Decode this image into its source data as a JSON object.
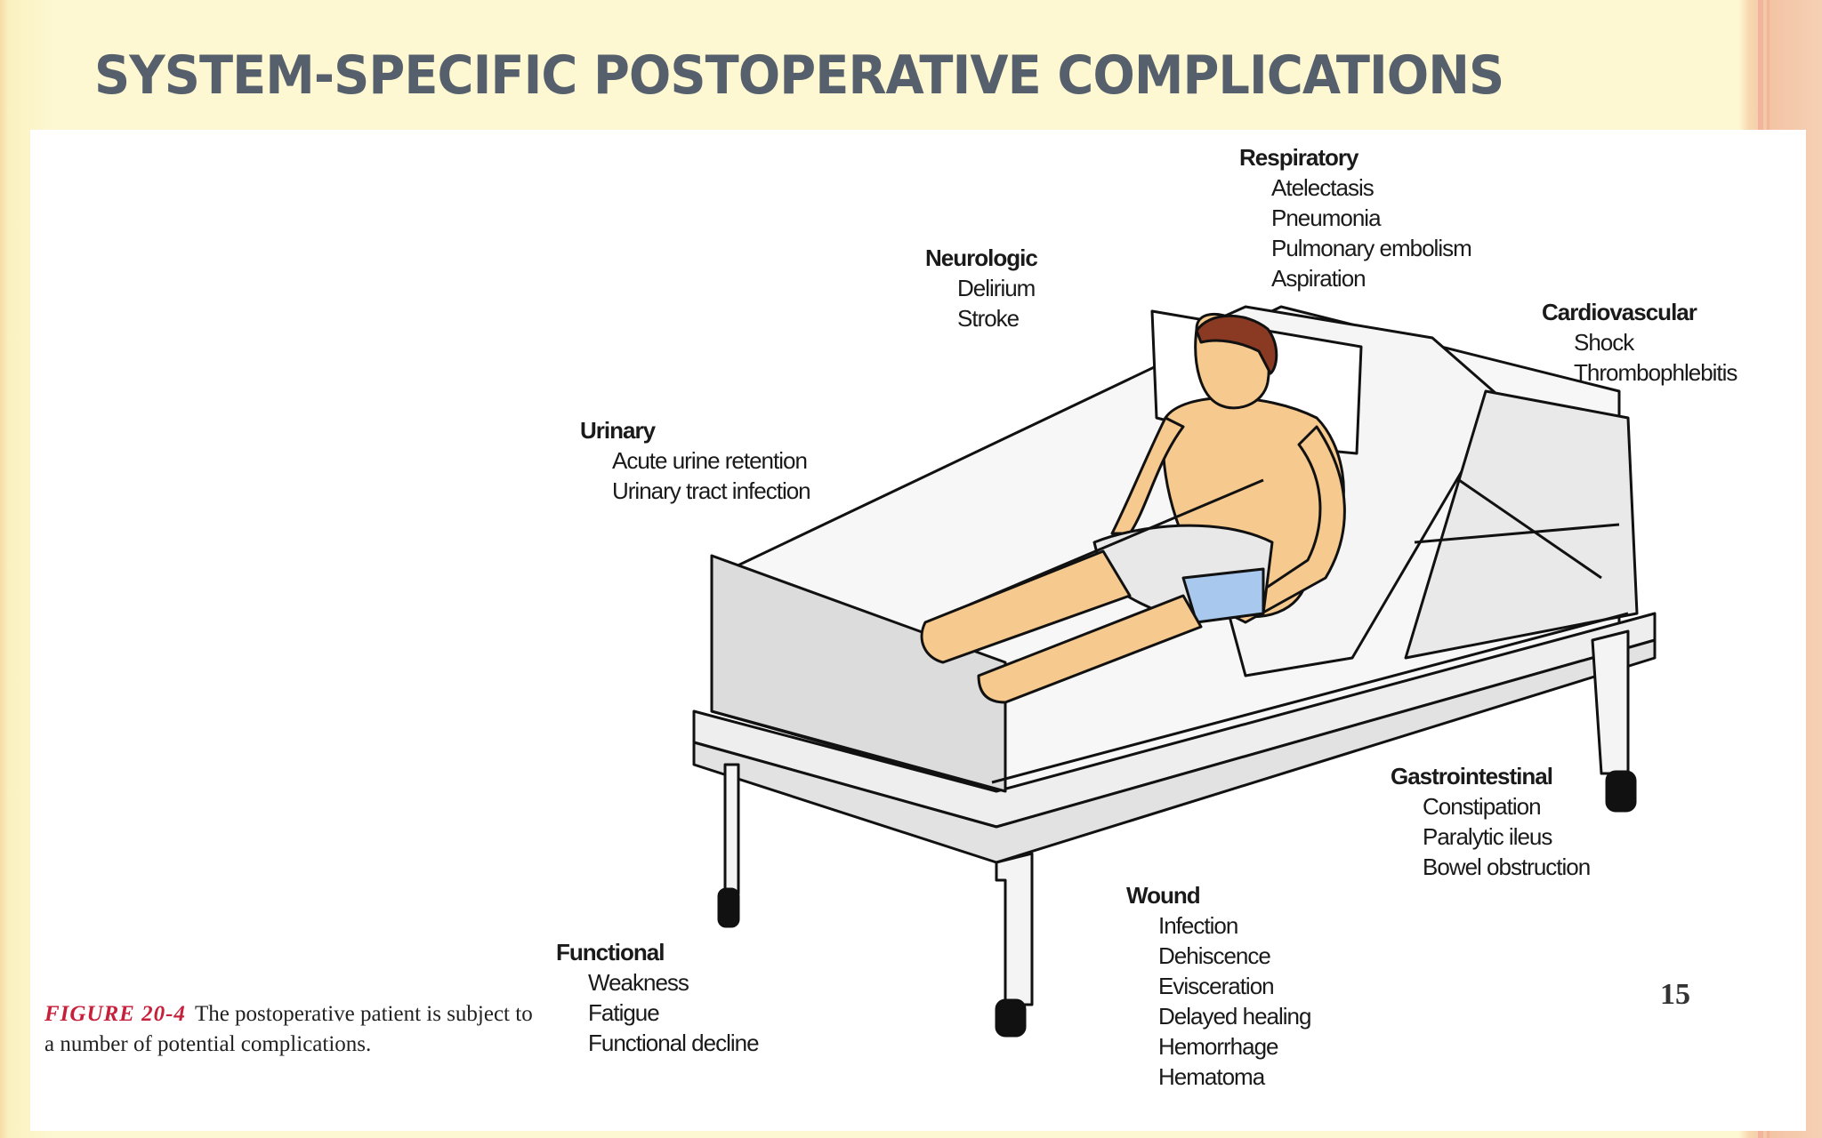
{
  "slide": {
    "title": "SYSTEM-SPECIFIC POSTOPERATIVE COMPLICATIONS",
    "page_number": "15"
  },
  "figure": {
    "caption_label": "FIGURE 20-4",
    "caption_text": "The postoperative patient is subject to a number of potential complications.",
    "groups": {
      "respiratory": {
        "title": "Respiratory",
        "items": [
          "Atelectasis",
          "Pneumonia",
          "Pulmonary embolism",
          "Aspiration"
        ]
      },
      "neurologic": {
        "title": "Neurologic",
        "items": [
          "Delirium",
          "Stroke"
        ]
      },
      "cardiovascular": {
        "title": "Cardiovascular",
        "items": [
          "Shock",
          "Thrombophlebitis"
        ]
      },
      "urinary": {
        "title": "Urinary",
        "items": [
          "Acute urine retention",
          "Urinary tract infection"
        ]
      },
      "gastrointestinal": {
        "title": "Gastrointestinal",
        "items": [
          "Constipation",
          "Paralytic ileus",
          "Bowel obstruction"
        ]
      },
      "wound": {
        "title": "Wound",
        "items": [
          "Infection",
          "Dehiscence",
          "Evisceration",
          "Delayed healing",
          "Hemorrhage",
          "Hematoma"
        ]
      },
      "functional": {
        "title": "Functional",
        "items": [
          "Weakness",
          "Fatigue",
          "Functional decline"
        ]
      }
    }
  },
  "colors": {
    "title": "#56606c",
    "caption_label": "#c7203a",
    "skin": "#f6c98f",
    "hair": "#8a3a22",
    "shorts_shadow": "#a8c8ee"
  }
}
